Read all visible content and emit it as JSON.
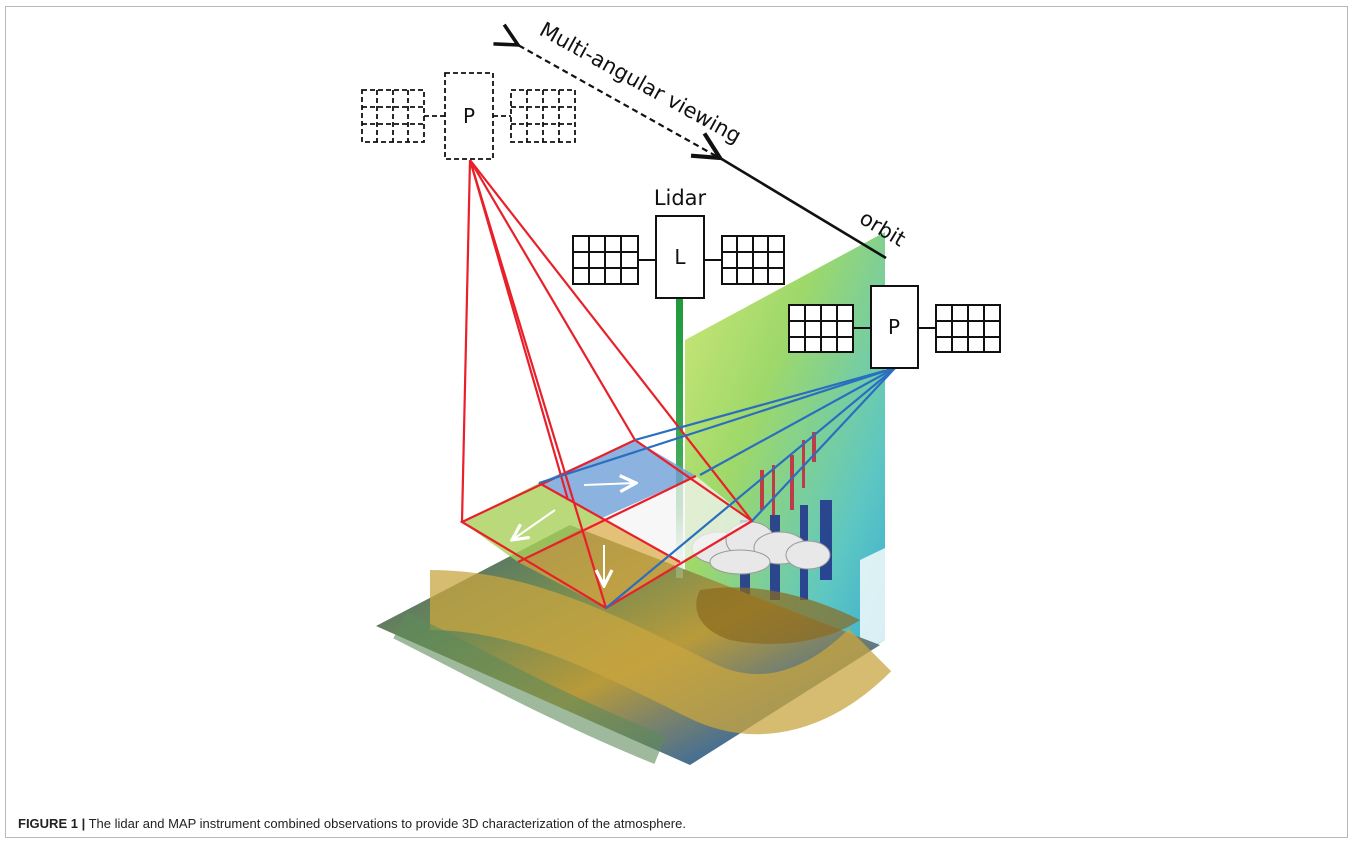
{
  "diagram": {
    "multi_angular_label": "Multi-angular viewing",
    "orbit_label": "orbit",
    "lidar_label": "Lidar",
    "lidar_box_letter": "L",
    "polarimeter_box_letter": "P",
    "colors": {
      "forward_view_rays": "#e8202a",
      "backward_view_rays": "#2a6fbf",
      "lidar_beam": "#1f9a3c",
      "outline": "#111111"
    }
  },
  "caption": {
    "label": "FIGURE 1 |",
    "text": " The lidar and MAP instrument combined observations to provide 3D characterization of the atmosphere."
  }
}
